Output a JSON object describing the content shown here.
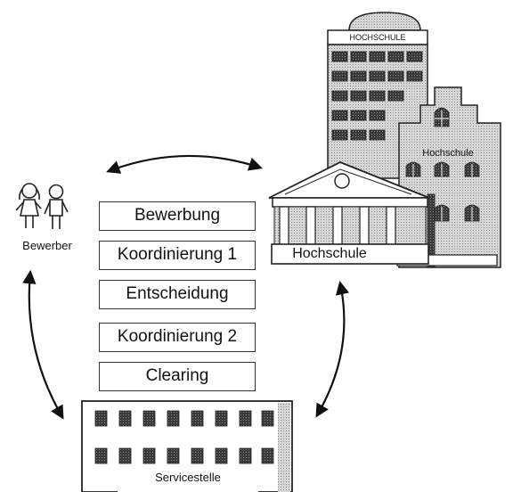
{
  "applicant": {
    "label": "Bewerber"
  },
  "steps": [
    "Bewerbung",
    "Koordinierung 1",
    "Entscheidung",
    "Koordinierung 2",
    "Clearing"
  ],
  "university": {
    "tower_sign": "HOCHSCHULE",
    "wing_sign": "Hochschule",
    "front_sign": "Hochschule"
  },
  "service_center": {
    "label": "Servicestelle"
  }
}
